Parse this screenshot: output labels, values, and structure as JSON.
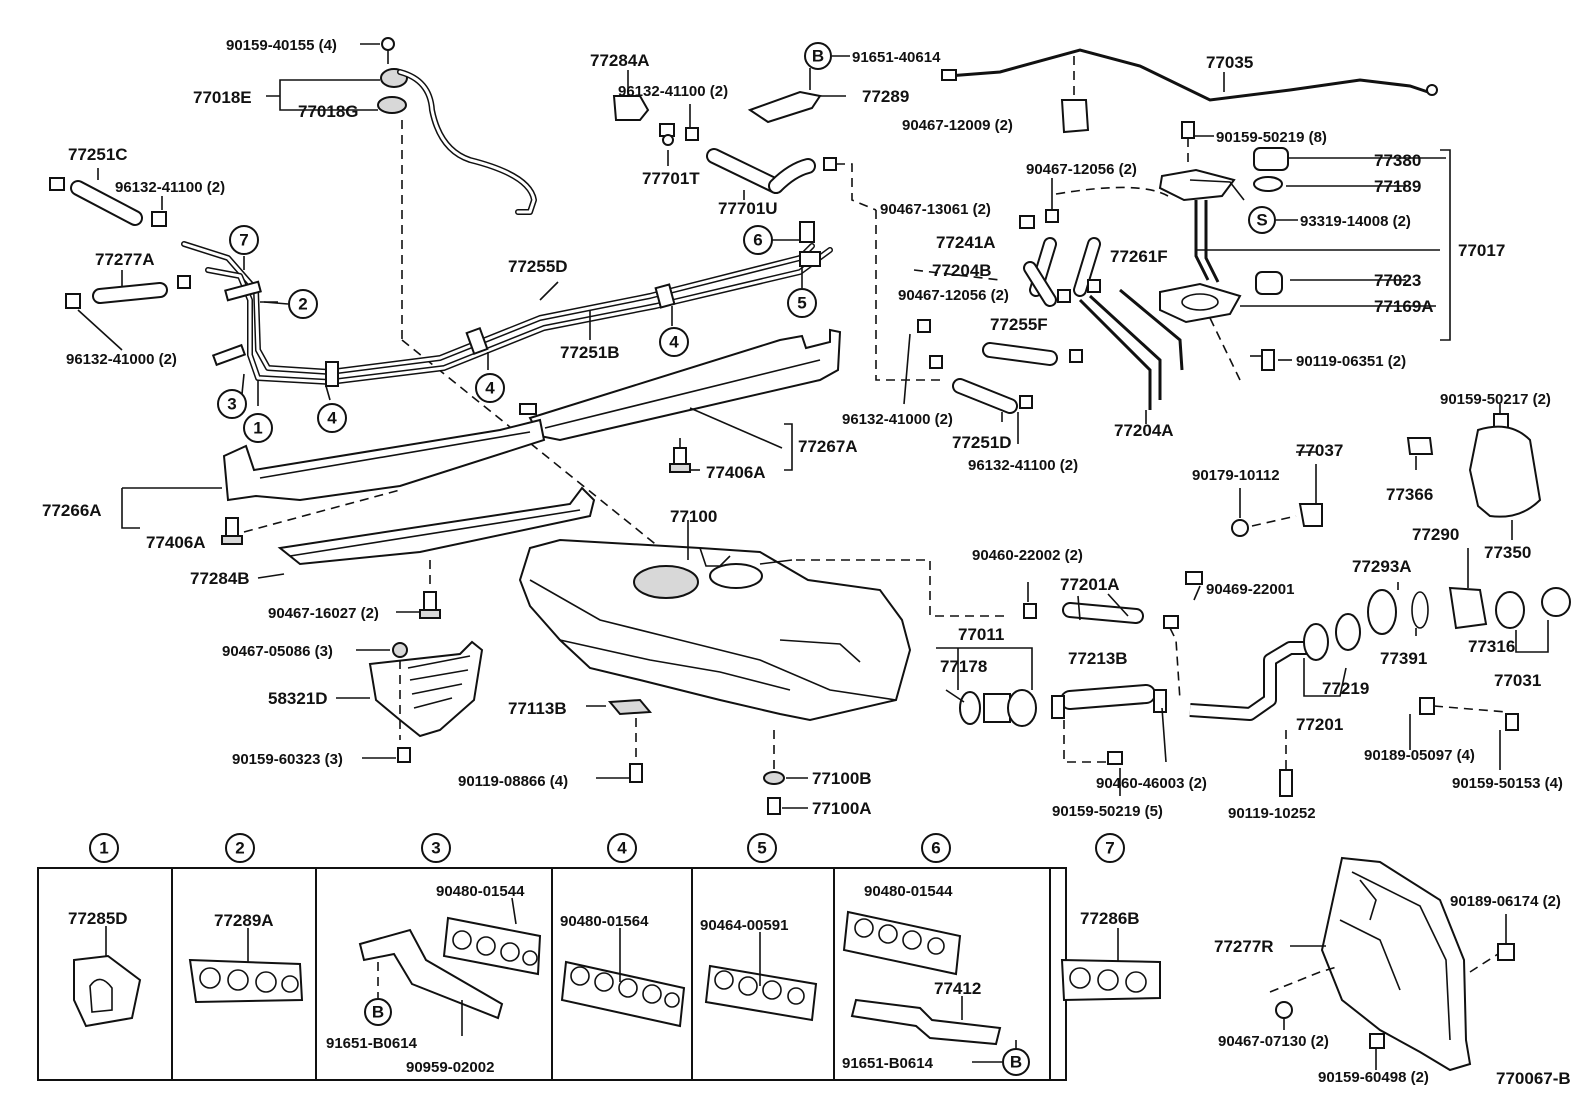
{
  "diagram_code": "770067-B",
  "labels": {
    "p90159_40155": "90159-40155 (4)",
    "p77018E": "77018E",
    "p77018G": "77018G",
    "p77251C": "77251C",
    "p96132_41100_a": "96132-41100 (2)",
    "p77277A": "77277A",
    "p96132_41000_a": "96132-41000 (2)",
    "p77284A": "77284A",
    "p96132_41100_b": "96132-41100 (2)",
    "p77701T": "77701T",
    "p77701U": "77701U",
    "p91651_40614": "91651-40614",
    "p77289": "77289",
    "p77035": "77035",
    "p90467_12009": "90467-12009 (2)",
    "p90159_50219_8": "90159-50219 (8)",
    "p77380": "77380",
    "p77189": "77189",
    "p93319_14008": "93319-14008 (2)",
    "p77017": "77017",
    "p77023": "77023",
    "p77169A": "77169A",
    "p90119_06351": "90119-06351 (2)",
    "p90467_12056_a": "90467-12056 (2)",
    "p90467_13061": "90467-13061 (2)",
    "p77241A": "77241A",
    "p77261F": "77261F",
    "p77204B": "77204B",
    "p90467_12056_b": "90467-12056 (2)",
    "p77255F": "77255F",
    "p96132_41000_b": "96132-41000 (2)",
    "p77251D": "77251D",
    "p96132_41100_c": "96132-41100 (2)",
    "p77204A": "77204A",
    "p77255D": "77255D",
    "p77251B": "77251B",
    "p77267A": "77267A",
    "p77406A_a": "77406A",
    "p77266A": "77266A",
    "p77406A_b": "77406A",
    "p77284B": "77284B",
    "p90467_16027": "90467-16027 (2)",
    "p90467_05086": "90467-05086 (3)",
    "p58321D": "58321D",
    "p90159_60323": "90159-60323 (3)",
    "p77100": "77100",
    "p77113B": "77113B",
    "p90119_08866": "90119-08866 (4)",
    "p77100B": "77100B",
    "p77100A": "77100A",
    "p90159_50217": "90159-50217 (2)",
    "p77037": "77037",
    "p90179_10112": "90179-10112",
    "p77366": "77366",
    "p77350": "77350",
    "p77290": "77290",
    "p90460_22002": "90460-22002 (2)",
    "p77201A": "77201A",
    "p90469_22001": "90469-22001",
    "p77293A": "77293A",
    "p77011": "77011",
    "p77178": "77178",
    "p77213B": "77213B",
    "p77391": "77391",
    "p77316": "77316",
    "p77219": "77219",
    "p77031": "77031",
    "p77201": "77201",
    "p90189_05097": "90189-05097 (4)",
    "p90460_46003": "90460-46003 (2)",
    "p90159_50219_5": "90159-50219 (5)",
    "p90119_10252": "90119-10252",
    "p90159_50153": "90159-50153 (4)",
    "p90189_06174": "90189-06174 (2)",
    "p77277R": "77277R",
    "p90467_07130": "90467-07130 (2)",
    "p90159_60498": "90159-60498 (2)"
  },
  "callouts": {
    "c1": "1",
    "c2": "2",
    "c3": "3",
    "c4": "4",
    "c5": "5",
    "c6": "6",
    "c7": "7",
    "cB": "B",
    "cS": "S"
  },
  "inset": {
    "headers": [
      "1",
      "2",
      "3",
      "4",
      "5",
      "6",
      "7"
    ],
    "box1": "77285D",
    "box2": "77289A",
    "box3_a": "90480-01544",
    "box3_b": "91651-B0614",
    "box3_c": "90959-02002",
    "box3_B": "B",
    "box4": "90480-01564",
    "box5": "90464-00591",
    "box6_a": "90480-01544",
    "box6_b": "77412",
    "box6_c": "91651-B0614",
    "box6_B": "B",
    "box7": "77286B"
  }
}
